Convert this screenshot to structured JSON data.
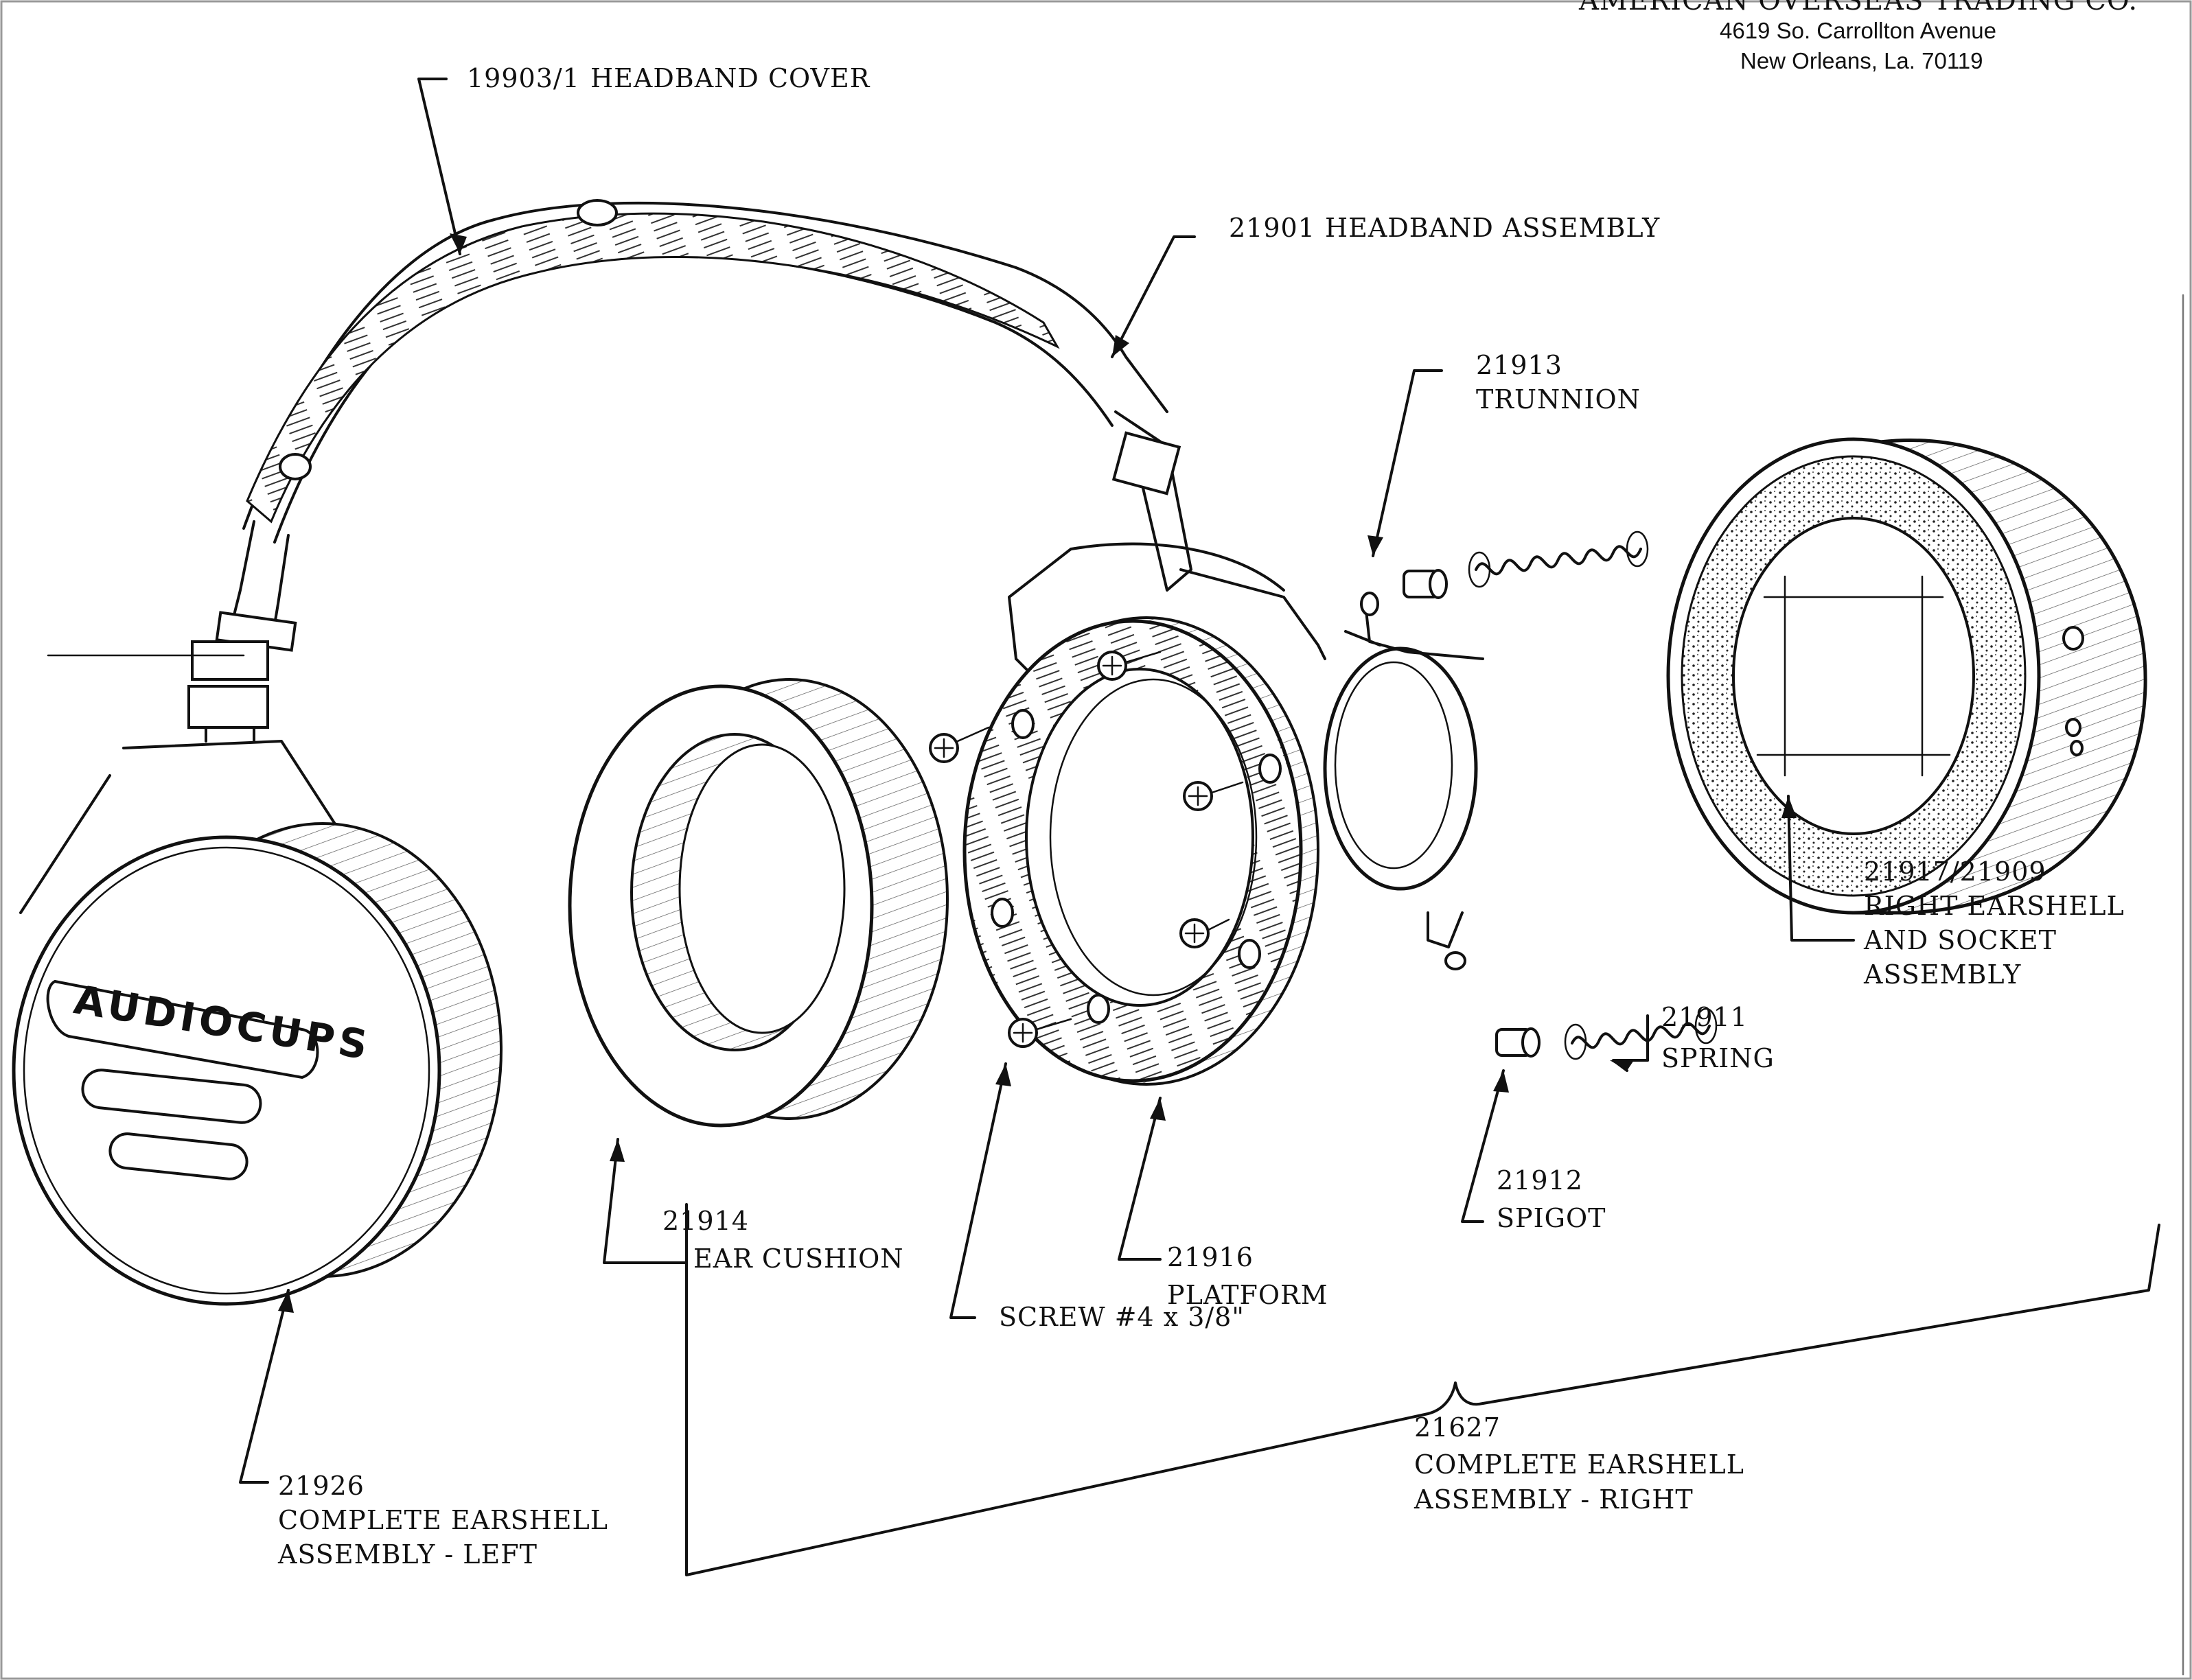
{
  "company": {
    "name_partial": "AMERICAN OVERSEAS TRADING CO.",
    "street": "4619 So. Carrollton Avenue",
    "city": "New Orleans, La. 70119"
  },
  "brand_logo": "AUDIOCUPS",
  "parts": {
    "headband_cover": {
      "number": "19903/1",
      "name": "HEADBAND COVER"
    },
    "headband_assembly": {
      "number": "21901",
      "name": "HEADBAND ASSEMBLY"
    },
    "trunnion": {
      "number": "21913",
      "name": "TRUNNION"
    },
    "right_earshell_socket": {
      "number": "21917/21909",
      "name_line1": "RIGHT EARSHELL",
      "name_line2": "AND SOCKET",
      "name_line3": "ASSEMBLY"
    },
    "spring": {
      "number": "21911",
      "name": "SPRING"
    },
    "spigot": {
      "number": "21912",
      "name": "SPIGOT"
    },
    "ear_cushion": {
      "number": "21914",
      "name": "EAR CUSHION"
    },
    "platform": {
      "number": "21916",
      "name": "PLATFORM"
    },
    "screw": {
      "name": "SCREW #4 x 3/8\""
    },
    "earshell_left": {
      "number": "21926",
      "name_line1": "COMPLETE EARSHELL",
      "name_line2": "ASSEMBLY - LEFT"
    },
    "earshell_right": {
      "number": "21627",
      "name_line1": "COMPLETE EARSHELL",
      "name_line2": "ASSEMBLY - RIGHT"
    }
  }
}
